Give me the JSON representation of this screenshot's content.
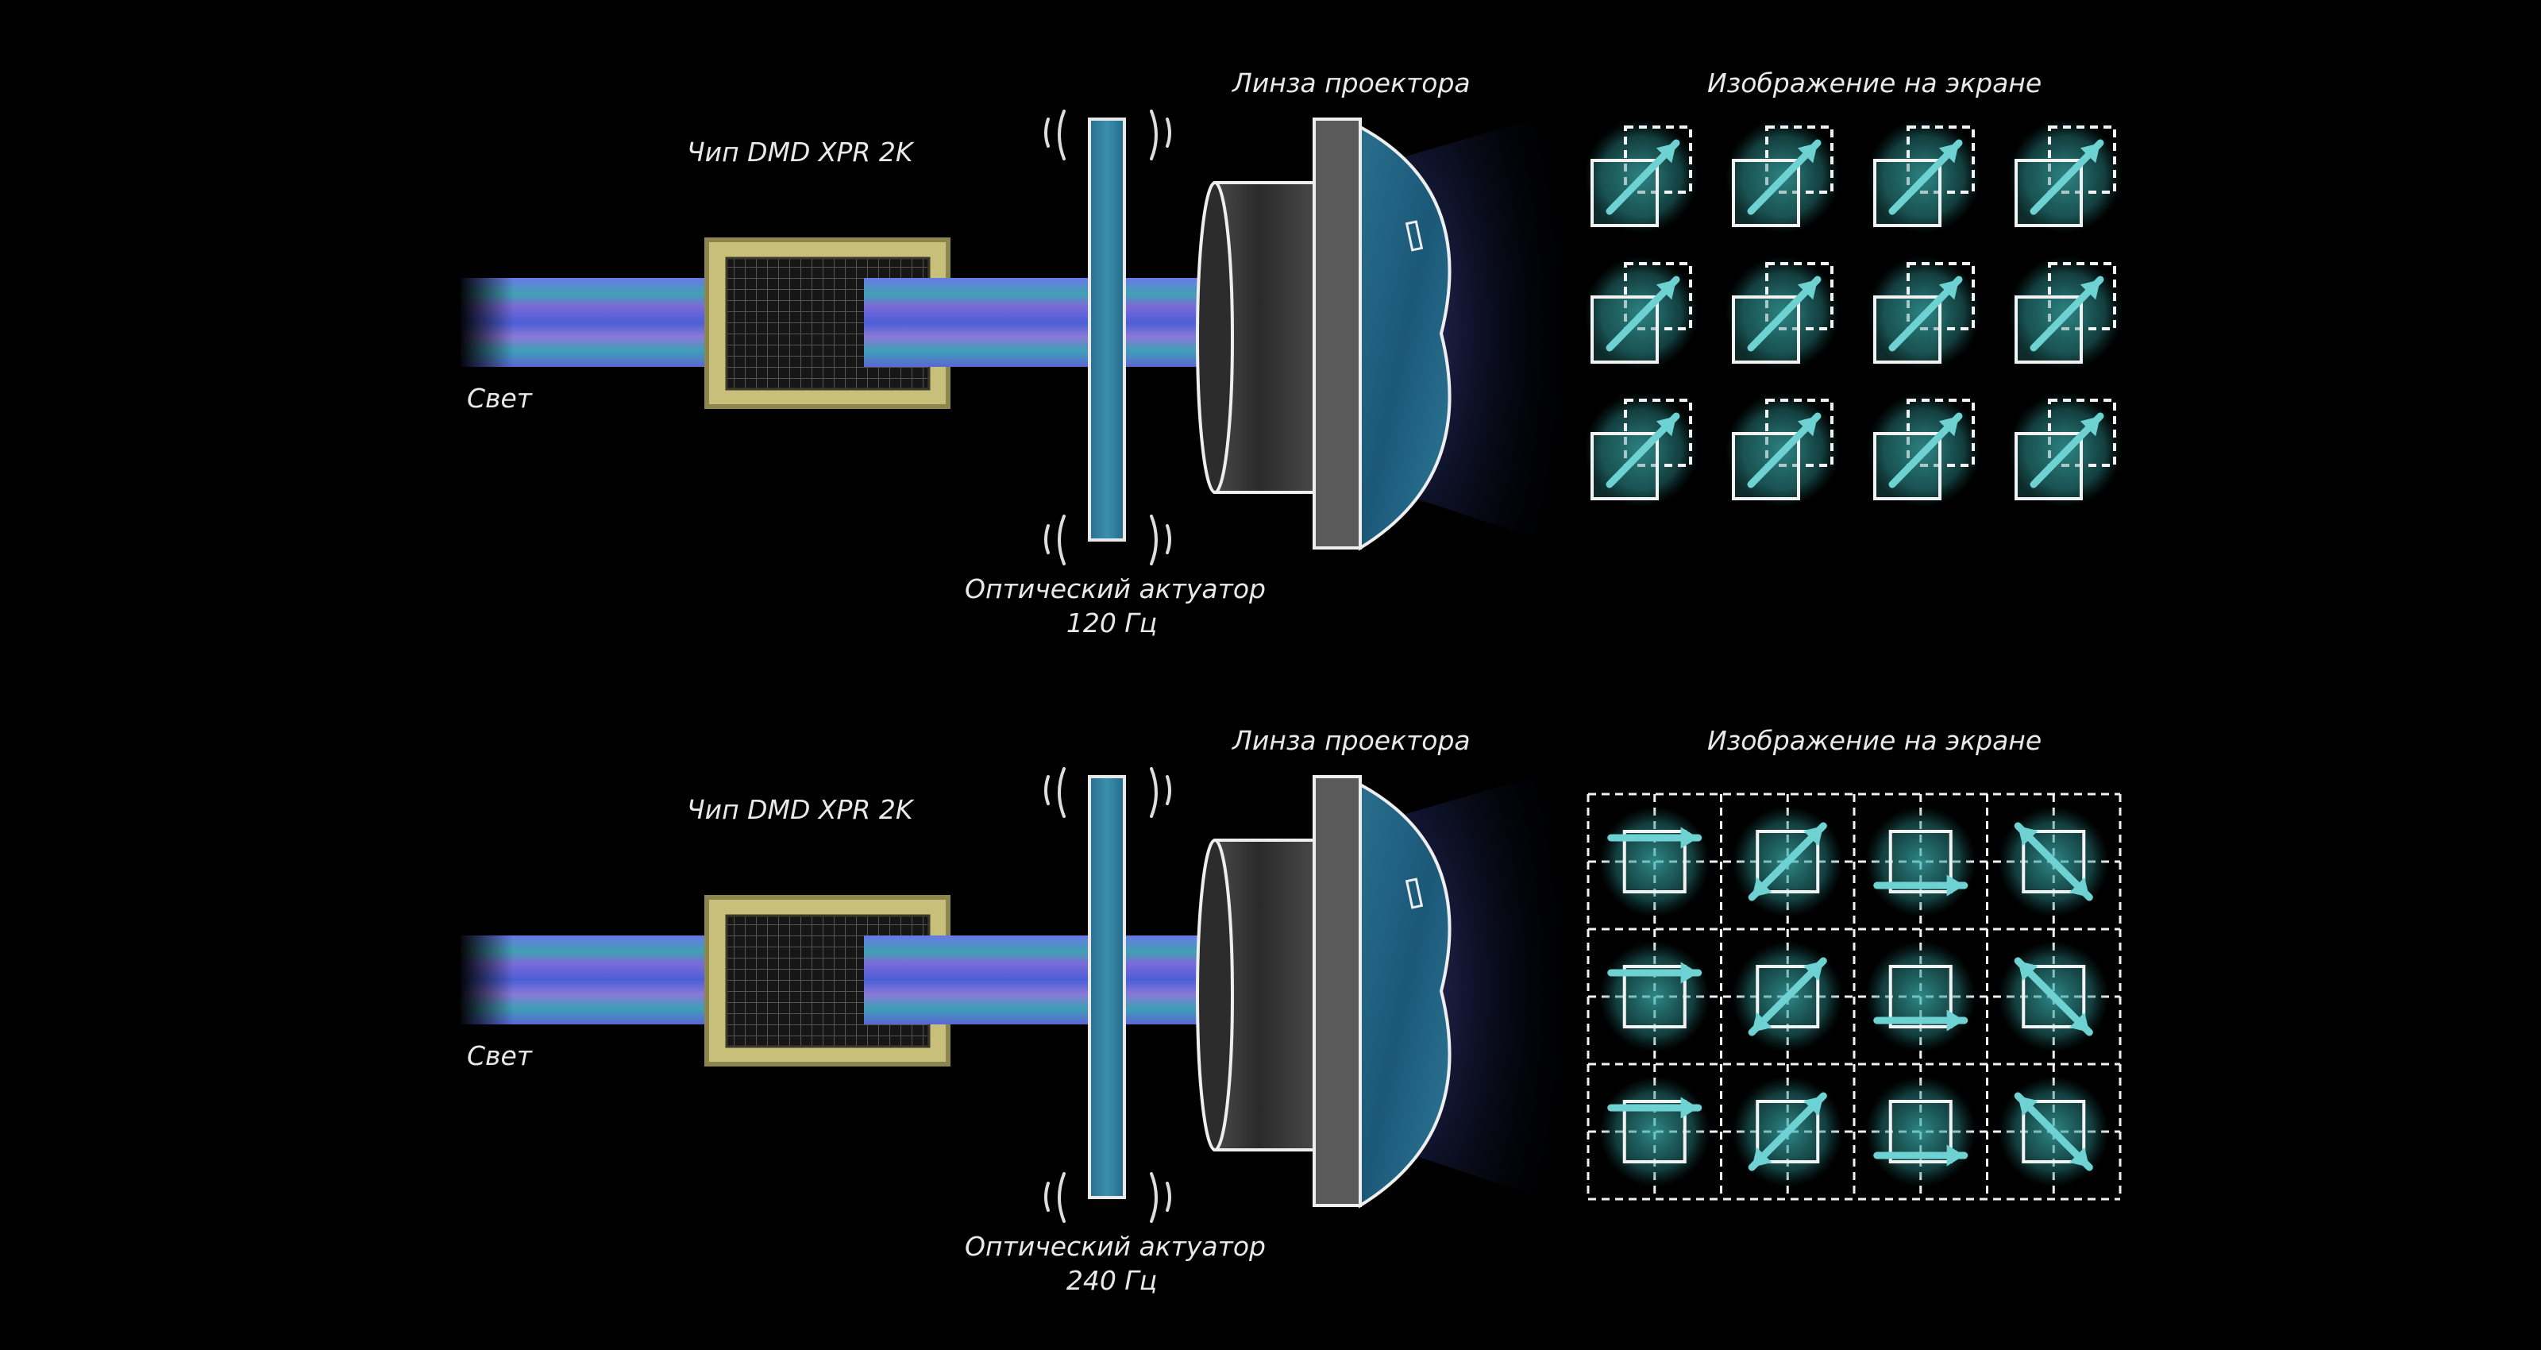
{
  "panels": [
    {
      "dmd_chip_label": "Чип DMD XPR 2K",
      "light_label": "Свет",
      "lens_label": "Линза проектора",
      "screen_label": "Изображение на экране",
      "actuator_label": "Оптический актуатор",
      "actuator_frequency": "120 Гц",
      "pattern": "diagonal"
    },
    {
      "dmd_chip_label": "Чип DMD XPR 2K",
      "light_label": "Свет",
      "lens_label": "Линза проектора",
      "screen_label": "Изображение на экране",
      "actuator_label": "Оптический актуатор",
      "actuator_frequency": "240 Гц",
      "pattern": "four-way"
    }
  ],
  "colors": {
    "background": "#000000",
    "chip_frame": "#c8bf7a",
    "beam_blue": "#5a64d8",
    "beam_teal": "#3fa6a6",
    "actuator_glass": "#2f7f9a",
    "lens_blue": "#1f5a78",
    "lens_housing": "#3a3a3a",
    "pixel_glow": "#3fb5b5",
    "arrow": "#6fd2d2",
    "line": "#f2f2f2"
  }
}
